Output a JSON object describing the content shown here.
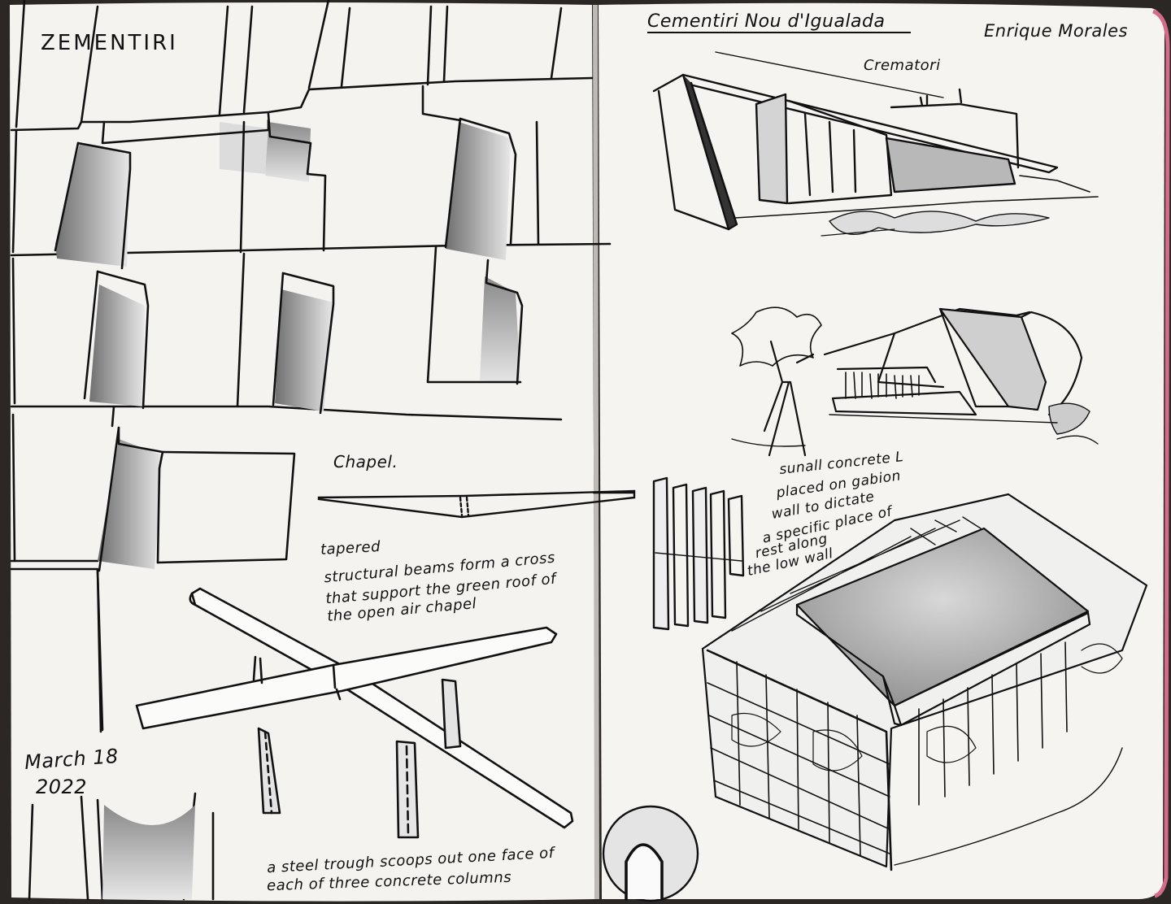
{
  "left_page": {
    "title": "ZEMENTIRI",
    "chapel_label": "Chapel.",
    "beam_notes": [
      "tapered",
      "structural beams form a cross",
      "that support the green roof of",
      "the open air chapel"
    ],
    "column_note": [
      "a steel trough scoops out one face of",
      "each of three concrete columns"
    ],
    "date": [
      "March 18",
      "2022"
    ]
  },
  "right_page": {
    "title": "Cementiri Nou d'Igualada",
    "author": "Enrique Morales",
    "crematori_label": "Crematori",
    "gabion_note": [
      "sunall concrete L",
      "placed on gabion",
      "wall to dictate",
      "a specific place of",
      "rest along",
      "the low wall"
    ]
  },
  "colors": {
    "paper": "#f4f3f0",
    "ink": "#111111",
    "wash": "#9a9a9a",
    "pink_edge": "#d46b8a"
  }
}
